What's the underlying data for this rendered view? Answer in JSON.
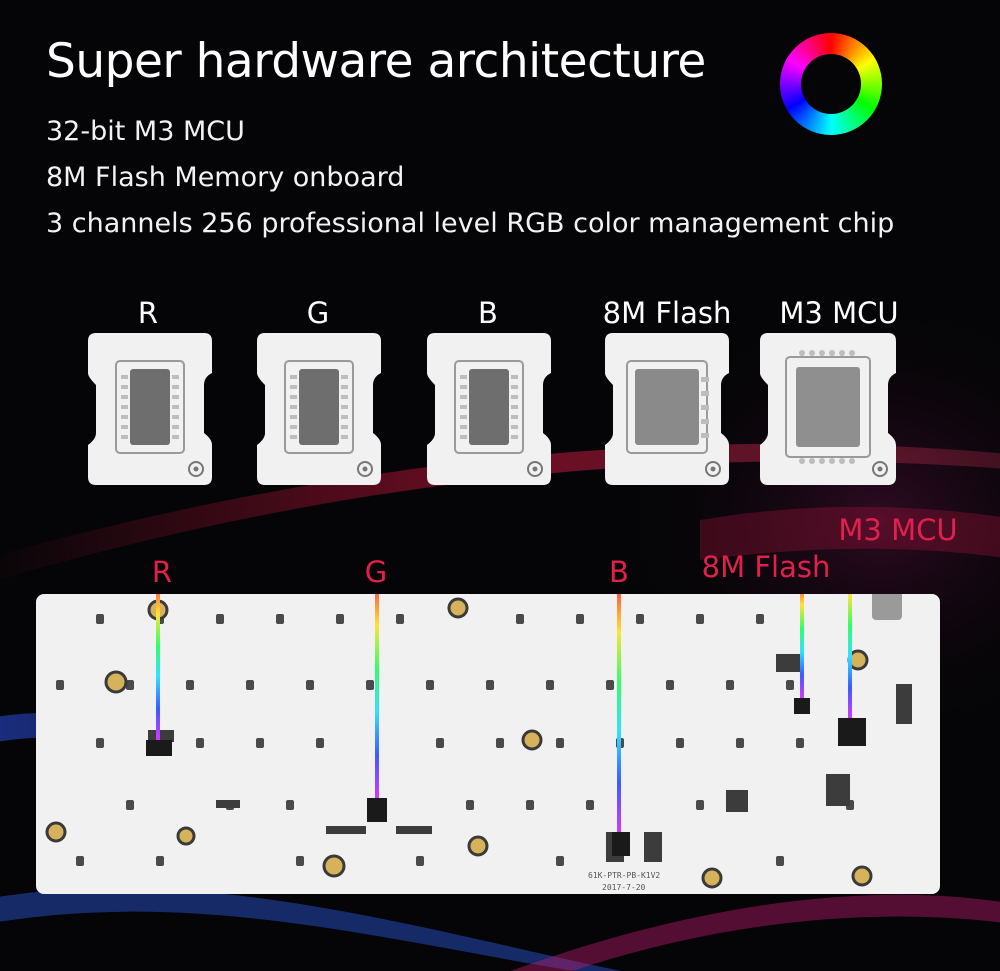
{
  "heading": {
    "title": "Super hardware architecture",
    "features": [
      "32-bit M3 MCU",
      "8M Flash Memory onboard",
      "3 channels 256 professional level RGB color management chip"
    ]
  },
  "chips": [
    {
      "label": "R",
      "kind": "driver"
    },
    {
      "label": "G",
      "kind": "driver"
    },
    {
      "label": "B",
      "kind": "driver"
    },
    {
      "label": "8M Flash",
      "kind": "flash"
    },
    {
      "label": "M3 MCU",
      "kind": "mcu"
    }
  ],
  "pcb": {
    "callouts": [
      "R",
      "G",
      "B",
      "8M Flash",
      "M3 MCU"
    ],
    "silkscreen": [
      "61K-PTR-PB-K1V2",
      "2017-7-20"
    ]
  },
  "colors": {
    "background": "#050507",
    "callout": "#e21f4d",
    "pcb": "#f1f1f1",
    "streak_red": "#c8143c",
    "streak_blue": "#2a5cff"
  },
  "icons": {
    "ring": "rgb-color-ring-icon"
  }
}
